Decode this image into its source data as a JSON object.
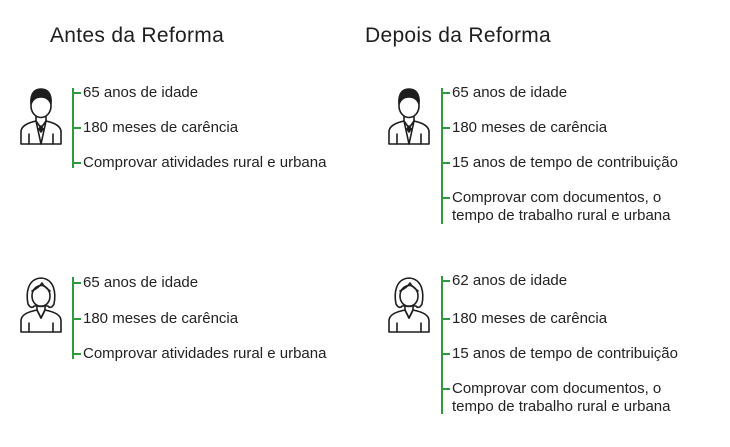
{
  "columns": [
    {
      "title": "Antes da Reforma"
    },
    {
      "title": "Depois da Reforma"
    }
  ],
  "groups": [
    {
      "icon": "male-person-icon",
      "items": [
        "65 anos de idade",
        "180 meses de carência",
        "Comprovar atividades rural e urbana"
      ]
    },
    {
      "icon": "male-person-icon",
      "items": [
        "65 anos de idade",
        "180 meses de carência",
        "15 anos de tempo de contribuição",
        "Comprovar com documentos, o",
        "tempo de trabalho rural e urbana"
      ]
    },
    {
      "icon": "female-person-icon",
      "items": [
        "65 anos de idade",
        "180 meses de carência",
        "Comprovar atividades rural e urbana"
      ]
    },
    {
      "icon": "female-person-icon",
      "items": [
        "62 anos de idade",
        "180 meses de carência",
        "15 anos de tempo de contribuição",
        "Comprovar com documentos, o",
        "tempo de trabalho rural e urbana"
      ]
    }
  ],
  "colors": {
    "accent": "#2e9a3e",
    "text": "#1e1e1e"
  }
}
